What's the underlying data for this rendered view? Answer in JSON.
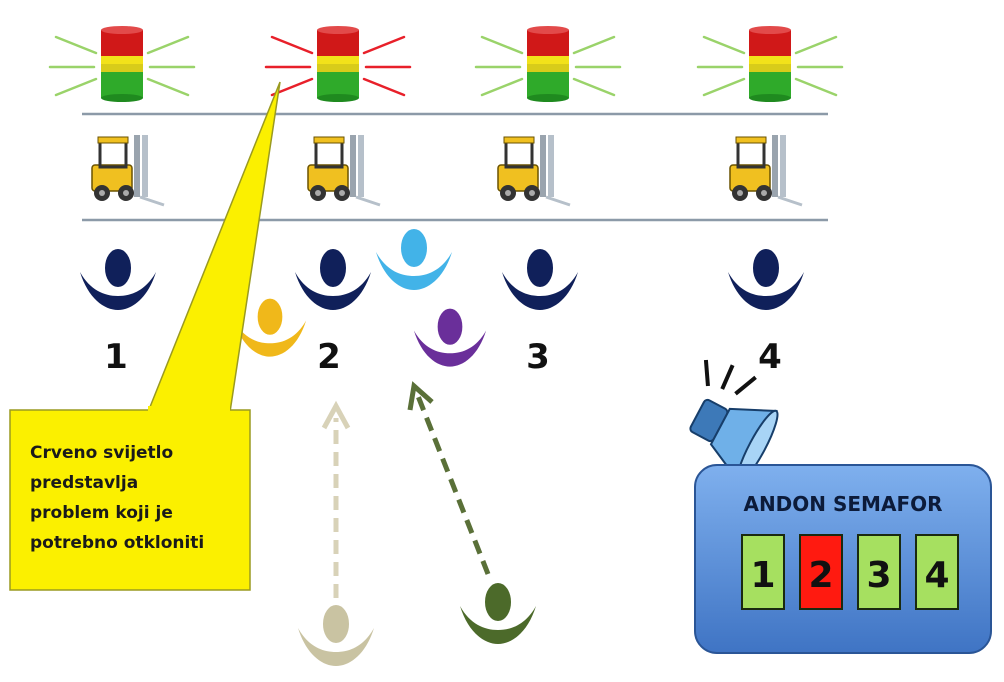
{
  "stations": [
    {
      "number": "1",
      "light_state": "green"
    },
    {
      "number": "2",
      "light_state": "red"
    },
    {
      "number": "3",
      "light_state": "green"
    },
    {
      "number": "4",
      "light_state": "green"
    }
  ],
  "callout": {
    "line1": "Crveno svijetlo",
    "line2": "predstavlja",
    "line3": "problem koji je",
    "line4": "potrebno otkloniti"
  },
  "andon": {
    "title": "ANDON SEMAFOR",
    "cells": [
      {
        "label": "1",
        "state": "green"
      },
      {
        "label": "2",
        "state": "red"
      },
      {
        "label": "3",
        "state": "green"
      },
      {
        "label": "4",
        "state": "green"
      }
    ]
  },
  "colors": {
    "light_red": "#d01818",
    "light_yellow": "#f2e21a",
    "light_green": "#2faa2a",
    "ray_green": "#9ad36a",
    "ray_red": "#e8202a",
    "callout_fill": "#fbf000",
    "board_fill": "#5b8fd6",
    "cell_green": "#a6e060",
    "cell_red": "#ff1a10",
    "worker_navy": "#10205a",
    "worker_light_blue": "#42b3e8",
    "worker_yellow": "#f0b81a",
    "worker_purple": "#6a2f9a",
    "worker_beige": "#c9c3a2",
    "worker_olive": "#4c6a2a"
  },
  "icons": {
    "tower_light": "stack-light-icon",
    "forklift": "forklift-icon",
    "worker": "person-icon",
    "alarm": "megaphone-icon"
  }
}
